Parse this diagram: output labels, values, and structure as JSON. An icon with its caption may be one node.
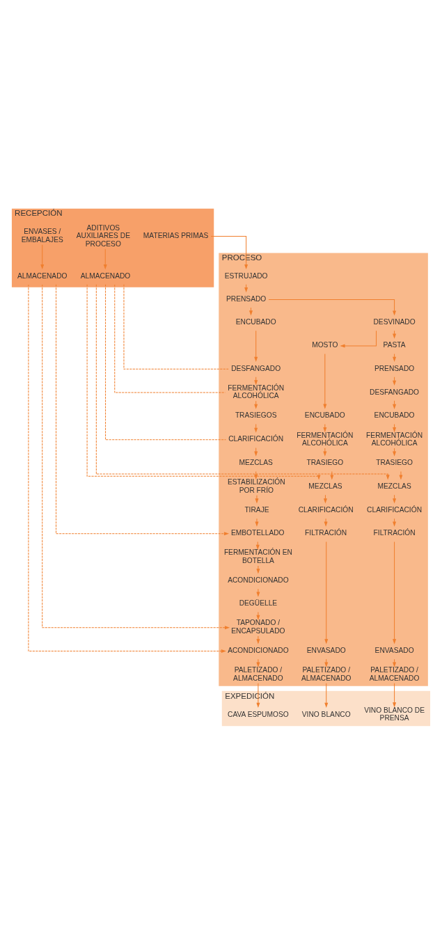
{
  "diagram": {
    "nodes": [
      {
        "text": [
          "RECEPCIÓN"
        ]
      },
      {
        "text": [
          "ADITIVOS AUXILIARES DE PROCESO"
        ],
        "in": 0
      },
      {
        "text": [
          "MATERIAS PRIMAS"
        ],
        "in": 0
      },
      {
        "text": [
          "ENVASES / EMBALAJES"
        ],
        "in": 0
      },
      {
        "text": [
          "ALMACENADO"
        ],
        "in": 0
      },
      {
        "text": [
          "ALMACENADO"
        ],
        "in": 0
      },
      {
        "text": [
          "PROCESO"
        ]
      },
      {
        "text": [
          "ESTRUJADO"
        ],
        "in": 6
      },
      {
        "text": [
          "PRENSADO"
        ],
        "in": 6
      },
      {
        "text": [
          "ENCUBADO"
        ],
        "in": 6
      },
      {
        "text": [
          "DESVINADO"
        ],
        "in": 6
      },
      {
        "text": [
          "MOSTO"
        ],
        "in": 6
      },
      {
        "text": [
          "PASTA"
        ],
        "in": 6
      },
      {
        "text": [
          "DESFANGADO"
        ],
        "in": 6
      },
      {
        "text": [
          "PRENSADO"
        ],
        "in": 6
      },
      {
        "text": [
          "FERMENTACIÓN ALCOHÓLICA"
        ],
        "in": 6
      },
      {
        "text": [
          "DESFANGADO"
        ],
        "in": 6
      },
      {
        "text": [
          "TRASIEGOS"
        ],
        "in": 6
      },
      {
        "text": [
          "ENCUBADO"
        ],
        "in": 6
      },
      {
        "text": [
          "ENCUBADO"
        ],
        "in": 6
      },
      {
        "text": [
          "CLARIFICACIÓN"
        ],
        "in": 6
      },
      {
        "text": [
          "FERMENTACIÓN ALCOHÓLICA"
        ],
        "in": 6
      },
      {
        "text": [
          "FERMENTACIÓN ALCOHÓLICA"
        ],
        "in": 6
      },
      {
        "text": [
          "MEZCLAS"
        ],
        "in": 6
      },
      {
        "text": [
          "TRASIEGO"
        ],
        "in": 6
      },
      {
        "text": [
          "TRASIEGO"
        ],
        "in": 6
      },
      {
        "text": [
          "ESTABILIZACIÓN POR FRÍO"
        ],
        "in": 6
      },
      {
        "text": [
          "MEZCLAS"
        ],
        "in": 6
      },
      {
        "text": [
          "MEZCLAS"
        ],
        "in": 6
      },
      {
        "text": [
          "TIRAJE"
        ],
        "in": 6
      },
      {
        "text": [
          "CLARIFICACIÓN"
        ],
        "in": 6
      },
      {
        "text": [
          "CLARIFICACIÓN"
        ],
        "in": 6
      },
      {
        "text": [
          "EMBOTELLADO"
        ],
        "in": 6
      },
      {
        "text": [
          "FILTRACIÓN"
        ],
        "in": 6
      },
      {
        "text": [
          "FILTRACIÓN"
        ],
        "in": 6
      },
      {
        "text": [
          "FERMENTACIÓN EN BOTELLA"
        ],
        "in": 6
      },
      {
        "text": [
          "ACONDICIONADO"
        ],
        "in": 6
      },
      {
        "text": [
          "DEGÜELLE"
        ],
        "in": 6
      },
      {
        "text": [
          "TAPONADO / ENCAPSULADO"
        ],
        "in": 6
      },
      {
        "text": [
          "ACONDICIONADO"
        ],
        "in": 6
      },
      {
        "text": [
          "ENVASADO"
        ],
        "in": 6
      },
      {
        "text": [
          "ENVASADO"
        ],
        "in": 6
      },
      {
        "text": [
          "PALETIZADO / ALMACENADO"
        ],
        "in": 6
      },
      {
        "text": [
          "PALETIZADO / ALMACENADO"
        ],
        "in": 6
      },
      {
        "text": [
          "PALETIZADO / ALMACENADO"
        ],
        "in": 6
      },
      {
        "text": [
          "EXPEDICIÓN"
        ]
      },
      {
        "text": [
          "CAVA ESPUMOSO"
        ],
        "in": 45
      },
      {
        "text": [
          "VINO BLANCO"
        ],
        "in": 45
      },
      {
        "text": [
          "VINO BLANCO DE PRENSA"
        ],
        "in": 45
      }
    ],
    "edges": [
      {
        "from": 1,
        "to": 4,
        "arrow": "to"
      },
      {
        "from": 3,
        "to": 5,
        "arrow": "to"
      },
      {
        "from": 2,
        "to": 7,
        "arrow": "to"
      },
      {
        "from": 7,
        "to": 8,
        "arrow": "to"
      },
      {
        "from": 8,
        "to": 9,
        "arrow": "to"
      },
      {
        "from": 8,
        "to": 10,
        "arrow": "to"
      },
      {
        "from": 10,
        "to": 11,
        "arrow": "to"
      },
      {
        "from": 10,
        "to": 12,
        "arrow": "to"
      },
      {
        "from": 9,
        "to": 13,
        "arrow": "to"
      },
      {
        "from": 13,
        "to": 15,
        "arrow": "to"
      },
      {
        "from": 15,
        "to": 17,
        "arrow": "to"
      },
      {
        "from": 17,
        "to": 20,
        "arrow": "to"
      },
      {
        "from": 20,
        "to": 23,
        "arrow": "to"
      },
      {
        "from": 23,
        "to": 26,
        "arrow": "to"
      },
      {
        "from": 26,
        "to": 29,
        "arrow": "to"
      },
      {
        "from": 29,
        "to": 32,
        "arrow": "to"
      },
      {
        "from": 32,
        "to": 35,
        "arrow": "to"
      },
      {
        "from": 35,
        "to": 36,
        "arrow": "to"
      },
      {
        "from": 36,
        "to": 37,
        "arrow": "to"
      },
      {
        "from": 37,
        "to": 38,
        "arrow": "to"
      },
      {
        "from": 38,
        "to": 39,
        "arrow": "to"
      },
      {
        "from": 39,
        "to": 42,
        "arrow": "to"
      },
      {
        "from": 42,
        "to": 46,
        "arrow": "to"
      },
      {
        "from": 11,
        "to": 18,
        "arrow": "to"
      },
      {
        "from": 18,
        "to": 21,
        "arrow": "to"
      },
      {
        "from": 21,
        "to": 24,
        "arrow": "to"
      },
      {
        "from": 24,
        "to": 27,
        "arrow": "to"
      },
      {
        "from": 27,
        "to": 30,
        "arrow": "to"
      },
      {
        "from": 30,
        "to": 33,
        "arrow": "to"
      },
      {
        "from": 33,
        "to": 40,
        "arrow": "to"
      },
      {
        "from": 40,
        "to": 43,
        "arrow": "to"
      },
      {
        "from": 43,
        "to": 47,
        "arrow": "to"
      },
      {
        "from": 12,
        "to": 14,
        "arrow": "to"
      },
      {
        "from": 14,
        "to": 16,
        "arrow": "to"
      },
      {
        "from": 16,
        "to": 19,
        "arrow": "to"
      },
      {
        "from": 19,
        "to": 22,
        "arrow": "to"
      },
      {
        "from": 22,
        "to": 25,
        "arrow": "to"
      },
      {
        "from": 25,
        "to": 28,
        "arrow": "to"
      },
      {
        "from": 28,
        "to": 31,
        "arrow": "to"
      },
      {
        "from": 31,
        "to": 34,
        "arrow": "to"
      },
      {
        "from": 34,
        "to": 41,
        "arrow": "to"
      },
      {
        "from": 41,
        "to": 44,
        "arrow": "to"
      },
      {
        "from": 44,
        "to": 48,
        "arrow": "to"
      },
      {
        "from": 4,
        "to": 13,
        "arrow": "none",
        "style": "dashed"
      },
      {
        "from": 4,
        "to": 15,
        "arrow": "none",
        "style": "dashed"
      },
      {
        "from": 4,
        "to": 20,
        "arrow": "none",
        "style": "dashed"
      },
      {
        "from": 4,
        "to": 27,
        "arrow": "to",
        "style": "dashed"
      },
      {
        "from": 4,
        "to": 28,
        "arrow": "to",
        "style": "dashed"
      },
      {
        "from": 5,
        "to": 32,
        "arrow": "to",
        "style": "dashed"
      },
      {
        "from": 5,
        "to": 38,
        "arrow": "to",
        "style": "dashed"
      },
      {
        "from": 5,
        "to": 39,
        "arrow": "to",
        "style": "dashed"
      }
    ]
  }
}
